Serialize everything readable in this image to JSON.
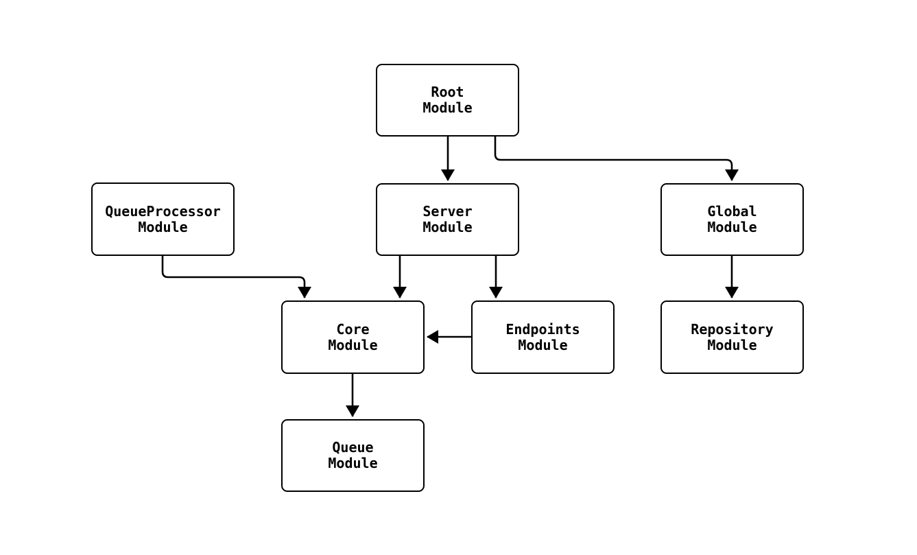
{
  "diagram": {
    "type": "module-dependency-graph",
    "background": "#ffffff",
    "colors": {
      "node_border": "#000000",
      "node_fill": "#ffffff",
      "edge": "#000000",
      "text": "#000000"
    },
    "nodes": [
      {
        "id": "root",
        "line1": "Root",
        "line2": "Module"
      },
      {
        "id": "queueprocessor",
        "line1": "QueueProcessor",
        "line2": "Module"
      },
      {
        "id": "server",
        "line1": "Server",
        "line2": "Module"
      },
      {
        "id": "global",
        "line1": "Global",
        "line2": "Module"
      },
      {
        "id": "core",
        "line1": "Core",
        "line2": "Module"
      },
      {
        "id": "endpoints",
        "line1": "Endpoints",
        "line2": "Module"
      },
      {
        "id": "repository",
        "line1": "Repository",
        "line2": "Module"
      },
      {
        "id": "queue",
        "line1": "Queue",
        "line2": "Module"
      }
    ],
    "edges": [
      {
        "from": "Root Module",
        "to": "Server Module"
      },
      {
        "from": "Root Module",
        "to": "Global Module"
      },
      {
        "from": "QueueProcessor Module",
        "to": "Core Module"
      },
      {
        "from": "Server Module",
        "to": "Core Module"
      },
      {
        "from": "Server Module",
        "to": "Endpoints Module"
      },
      {
        "from": "Endpoints Module",
        "to": "Core Module"
      },
      {
        "from": "Global Module",
        "to": "Repository Module"
      },
      {
        "from": "Core Module",
        "to": "Queue Module"
      }
    ]
  }
}
